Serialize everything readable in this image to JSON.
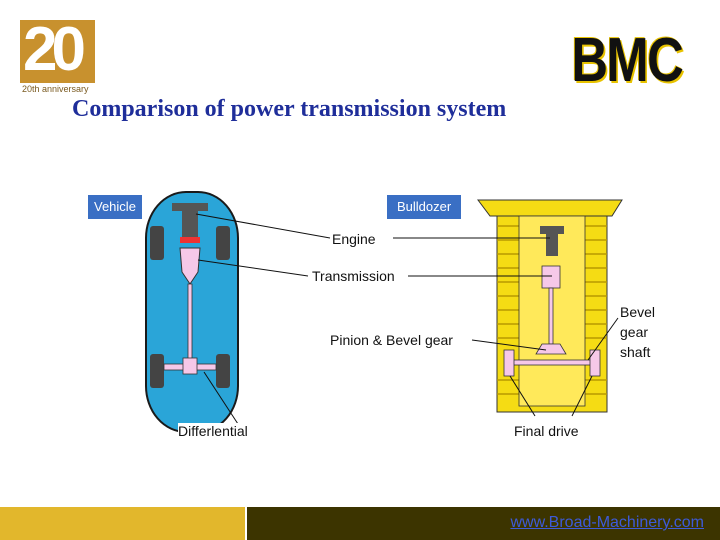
{
  "logo": {
    "number": "20",
    "caption": "20th anniversary"
  },
  "brand": "BMC",
  "title": "Comparison of power transmission system",
  "tags": {
    "vehicle": "Vehicle",
    "bulldozer": "Bulldozer"
  },
  "labels": {
    "engine": "Engine",
    "transmission": "Transmission",
    "pinion_bevel": "Pinion & Bevel gear",
    "bevel_gear_shaft": [
      "Bevel",
      "gear",
      "shaft"
    ],
    "differential": "Differlential",
    "final_drive": "Final drive"
  },
  "footer": {
    "url": "www.Broad-Machinery.com"
  },
  "colors": {
    "vehicle_body": "#2aa5d8",
    "bulldozer_body": "#f5dc14",
    "components": "#f6c8e8",
    "tag_bg": "#3a6fc4",
    "title": "#1f2e9a"
  }
}
